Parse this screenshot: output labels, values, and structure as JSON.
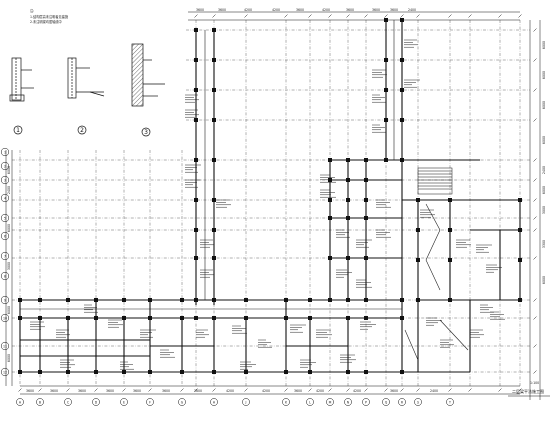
{
  "drawing": {
    "axis_numbers_left": [
      "1",
      "2",
      "3",
      "4",
      "5",
      "6",
      "7",
      "8",
      "9",
      "10",
      "11",
      "12"
    ],
    "axis_letters_bottom": [
      "A",
      "B",
      "C",
      "D",
      "E",
      "F",
      "G",
      "H",
      "J",
      "K",
      "L",
      "M",
      "N",
      "P",
      "Q",
      "R",
      "S",
      "T"
    ],
    "detail_numbers": [
      "1",
      "2",
      "3"
    ],
    "bottom_right_title": "二层梁平法施工图",
    "scale_note": "1:100",
    "top_dimensions": [
      "3600",
      "3600",
      "4200",
      "4200",
      "3600",
      "4200",
      "3600",
      "3600",
      "3600",
      "2400"
    ],
    "right_dimensions": [
      "6000",
      "6000",
      "6000",
      "6000",
      "2400",
      "6000",
      "3000",
      "3300",
      "6000"
    ],
    "bottom_dimensions": [
      "3600",
      "3600",
      "3600",
      "3600",
      "3600",
      "3600",
      "3600",
      "4200",
      "4200",
      "3600",
      "4200",
      "4200",
      "3600",
      "2400"
    ],
    "left_dimensions": [
      "6000",
      "2400",
      "6000",
      "3000",
      "6000",
      "6000"
    ]
  },
  "colors": {
    "ink": "#111111",
    "grid": "#888888",
    "paper": "#ffffff"
  }
}
